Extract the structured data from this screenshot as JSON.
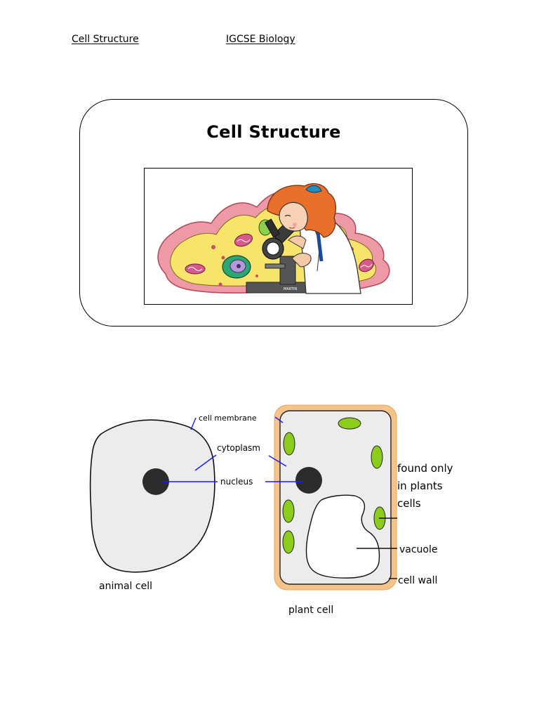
{
  "header": {
    "left": "Cell Structure",
    "right": "IGCSE Biology"
  },
  "title_card": {
    "title": "Cell Structure",
    "illustration_credit": "MARTIN"
  },
  "diagram": {
    "labels": {
      "cell_membrane": "cell membrane",
      "cytoplasm": "cytoplasm",
      "nucleus": "nucleus",
      "found_only": [
        "found only",
        "in plants",
        "cells"
      ],
      "vacuole": "vacuole",
      "cell_wall": "cell wall",
      "animal_cell": "animal cell",
      "plant_cell": "plant cell"
    },
    "colors": {
      "leader_line": "#1a1aff",
      "cell_fill": "#ececec",
      "cell_wall": "#f6c48a",
      "chloroplast": "#8ccd1c",
      "nucleus": "#2c2c2c"
    }
  }
}
